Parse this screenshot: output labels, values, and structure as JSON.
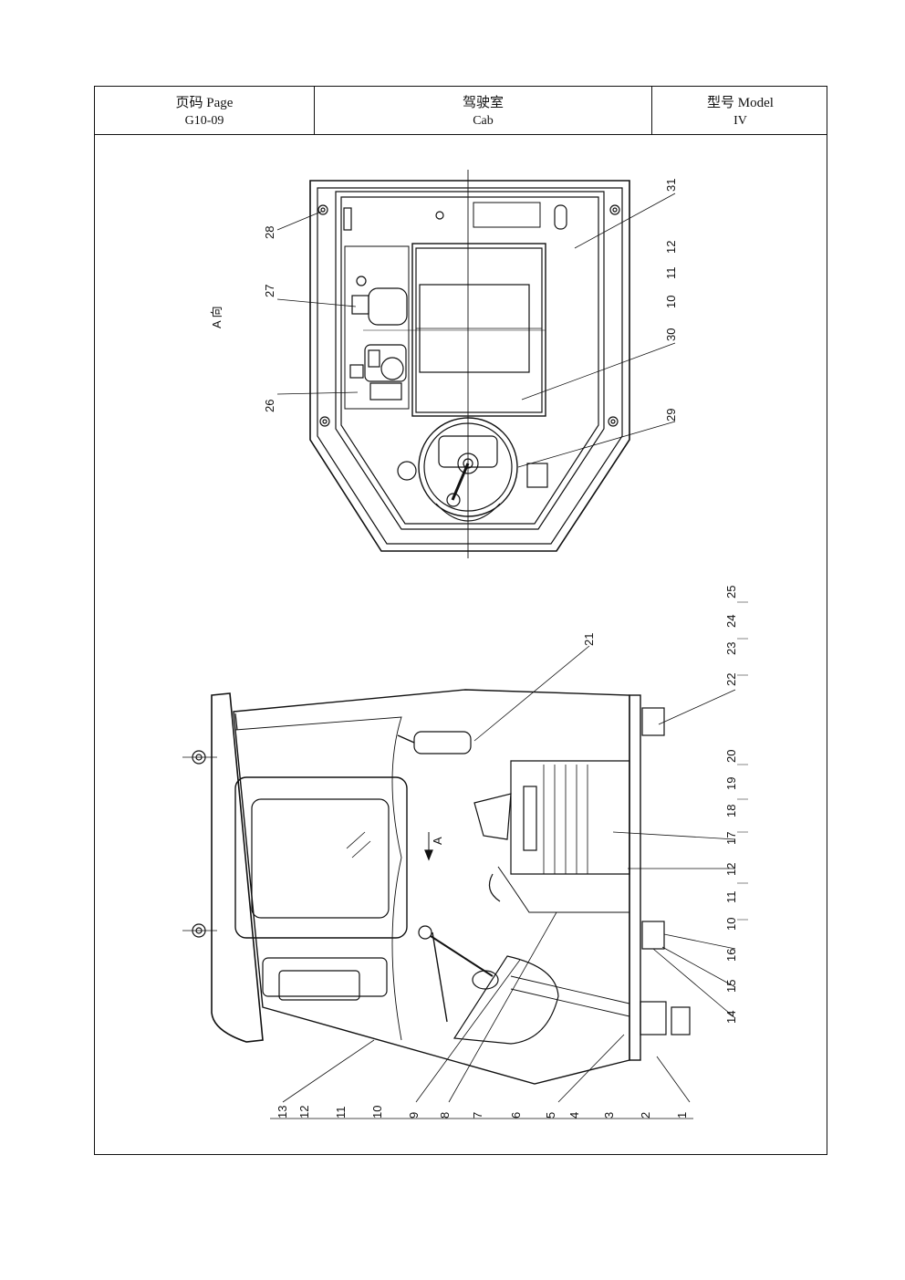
{
  "header": {
    "page_label": "页码 Page",
    "page_value": "G10-09",
    "title_label": "驾驶室",
    "title_value": "Cab",
    "model_label": "型号 Model",
    "model_value": "IV"
  },
  "view_a": {
    "view_label": "A 向",
    "callouts": [
      "26",
      "27",
      "28",
      "29",
      "30",
      "31",
      "10",
      "11",
      "12"
    ]
  },
  "side_view": {
    "arrow_label": "A",
    "callouts_top": [
      "21",
      "22",
      "23",
      "24",
      "25",
      "20",
      "19",
      "18",
      "17",
      "12",
      "11",
      "10",
      "16",
      "15",
      "14"
    ],
    "callouts_bottom": [
      "13",
      "12",
      "11",
      "10",
      "9",
      "8",
      "7",
      "6",
      "5",
      "4",
      "3",
      "2",
      "1"
    ]
  }
}
